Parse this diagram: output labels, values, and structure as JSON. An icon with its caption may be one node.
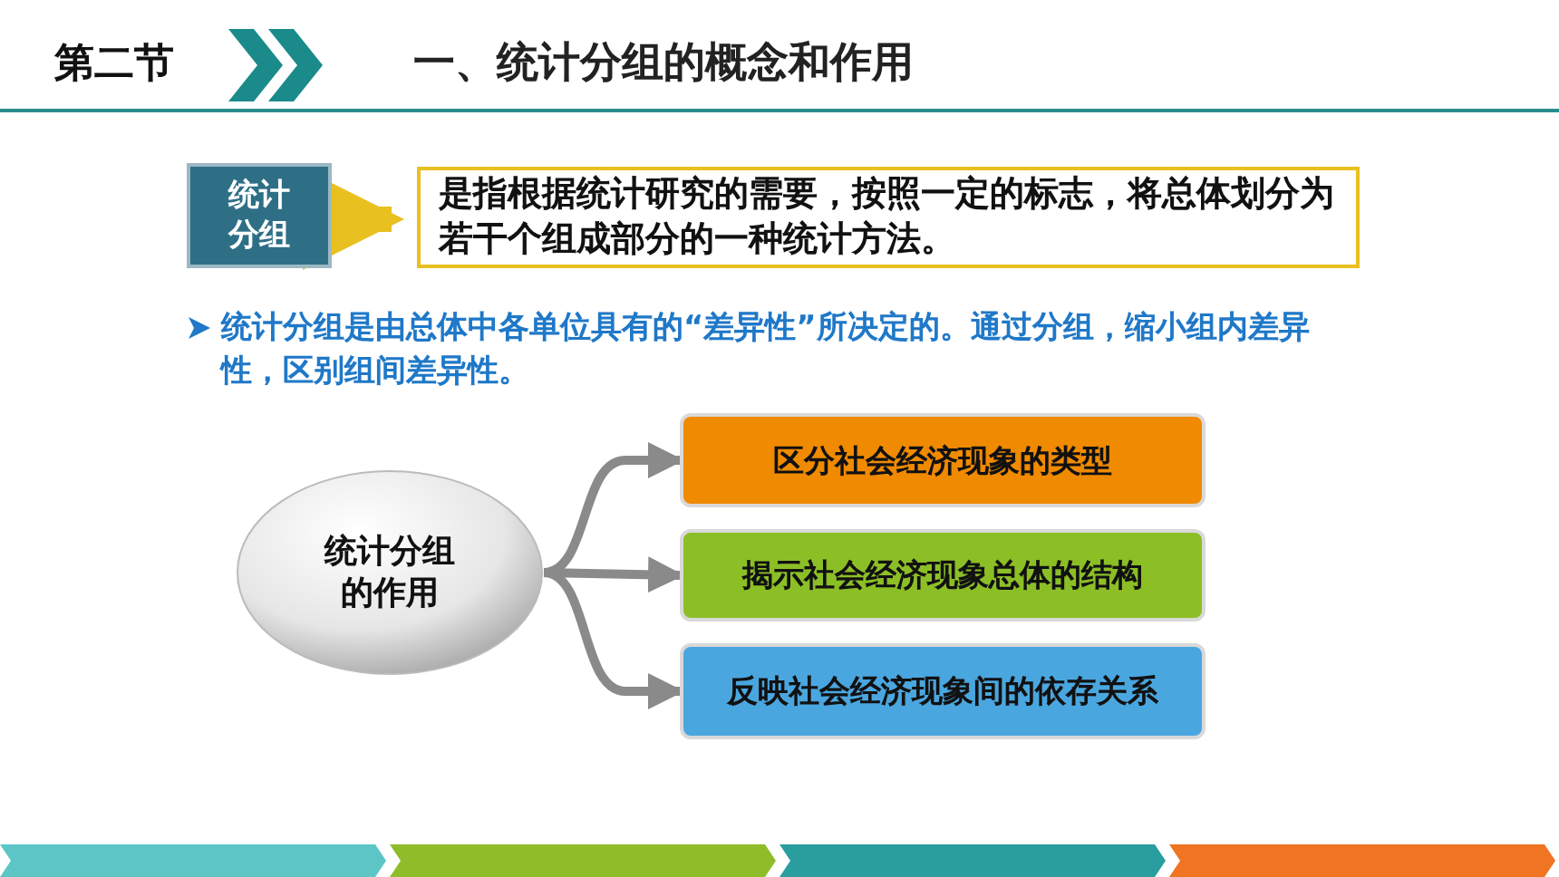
{
  "diagram": {
    "title": "一、统计分组的概念和作用",
    "nodes": [
      {
        "text": [
          "统计分组"
        ]
      },
      {
        "text": [
          "是指根据统计研究的需要，按照一定的标志，将总体划分为若干个组成部分的一种统计方法。"
        ]
      },
      {
        "text": [
          "统计分组的作用"
        ]
      },
      {
        "text": [
          "区分社会经济现象的类型"
        ]
      },
      {
        "text": [
          "揭示社会经济现象总体的结构"
        ]
      },
      {
        "text": [
          "反映社会经济现象间的依存关系"
        ]
      }
    ],
    "edges": [
      {
        "from": 0,
        "to": 1,
        "arrow": "to",
        "style": "thick",
        "color": "#e8c020"
      },
      {
        "from": 2,
        "to": 3,
        "arrow": "to"
      },
      {
        "from": 2,
        "to": 4,
        "arrow": "to"
      },
      {
        "from": 2,
        "to": 5,
        "arrow": "to"
      }
    ],
    "labels": [
      "第二节",
      "统计分组是由总体中各单位具有的“差异性”所决定的。通过分组，缩小组内差异性，区别组间差异性。"
    ]
  }
}
